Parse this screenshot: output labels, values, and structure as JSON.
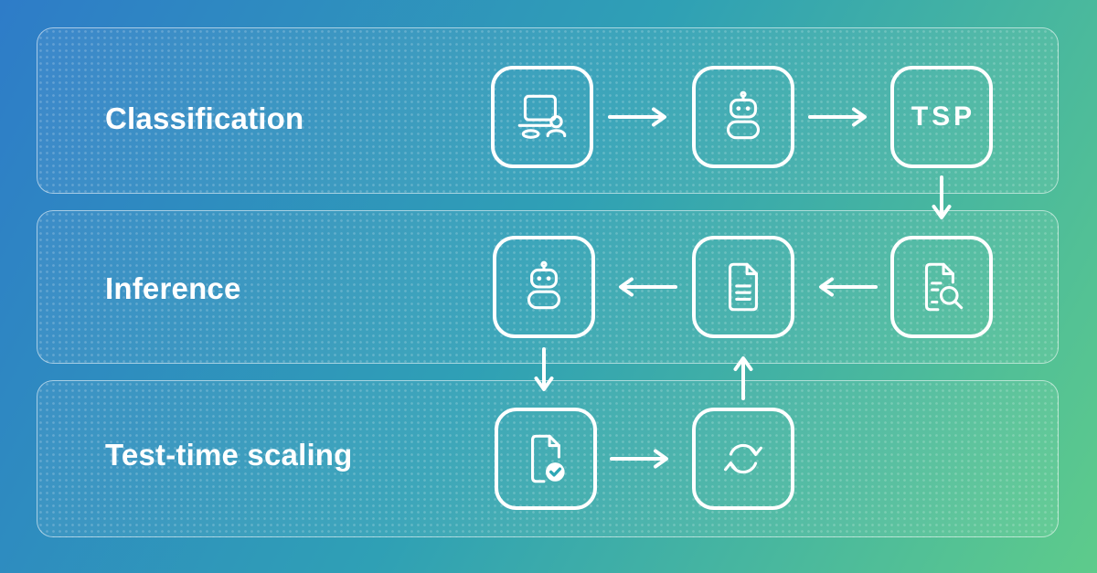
{
  "colors": {
    "background_gradient_start": "#2E7CC8",
    "background_gradient_mid": "#2FA0B5",
    "background_gradient_end": "#5ECB8B",
    "foreground": "#FFFFFF",
    "check_accent": "#2EA7B5"
  },
  "rows": [
    {
      "label": "Classification",
      "icons": [
        "laptop-user-icon",
        "robot-icon",
        "tsp-node"
      ]
    },
    {
      "label": "Inference",
      "icons": [
        "robot-icon",
        "document-icon",
        "document-search-icon"
      ]
    },
    {
      "label": "Test-time scaling",
      "icons": [
        "document-check-icon",
        "refresh-icon"
      ]
    }
  ],
  "nodes": {
    "tsp_label": "TSP"
  },
  "connections": [
    "laptop-user -> robot (right)",
    "robot -> tsp (right)",
    "tsp -> document-search (down)",
    "document-search -> document (left)",
    "document -> robot (left)",
    "robot -> document-check (down)",
    "document-check -> refresh (right)",
    "refresh -> document (up)"
  ]
}
